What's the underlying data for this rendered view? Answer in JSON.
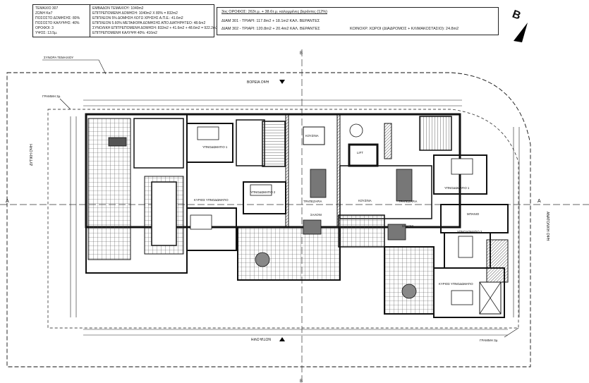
{
  "info_box_left": {
    "col1": [
      "ΤΕΜΑΧΙΟ 307",
      "ΖΩΝΗ Κα7",
      "ΠΟΣΟΣΤΟ ΔΟΜΗΣΗΣ: 80%",
      "ΠΟΣΟΣΤΟ ΚΑΛΥΨΗΣ: 40%",
      "ΟΡΟΦΟΙ: 3",
      "ΥΨΟΣ: 13.5μ."
    ],
    "col2": [
      "ΕΜΒΑΔΟΝ ΤΕΜΑΧΙΟΥ: 1040m2",
      "ΕΠΙΤΡΕΠΟΜΕΝΗ ΔΟΜΗΣΗ: 1040m2 Χ 80% = 832m2",
      "ΕΠΙΠΛΕΟΝ 5% ΔΟΜΗΣΗ ΛΟΓΩ ΧΡΗΣΗΣ Α.Π.Ε.: 41.6m2",
      "ΕΠΙΠΛΕΟΝ 5.60% ΜΕΤΑΦΟΡΑ ΔΟΜΗΣΗΣ ΑΠΟ ΔΙΑΤΗΡΗΤΕΟ: 48.6m2",
      "ΣΥΝΟΛΙΚΗ ΕΠΙΤΡΕΠΟΜΕΝΗ ΔΟΜΗΣΗ: 832m2 + 41.6m2 + 48.6m2 = 922.2m2",
      "ΕΠΙΤΡΕΠΟΜΕΝΗ ΚΑΛΥΨΗ 40%: 416m2"
    ]
  },
  "info_box_right": {
    "title": "3ος ΟΡΟΦΟΣ: 263τ.μ. + 38.6τ.μ. καλυμμένες βεράντες (12%)",
    "line1": "ΔΙΑΜ 301 - ΤΡΙΑΡΙ: 117.8m2 + 18.1m2 ΚΑΛ. ΒΕΡΑΝΤΕΣ",
    "line2": "ΔΙΑΜ 302 - ΤΡΙΑΡΙ: 120.8m2 + 20.4m2 ΚΑΛ. ΒΕΡΑΝΤΕΣ",
    "line3": "ΚΟΙΝΟΧΡ. ΧΩΡΟΙ (ΔΙΑΔΡΟΜΟΣ + ΚΛΙΜΑΚΟΣΤΑΣΙΟ): 24.8m2"
  },
  "north_marker": "B",
  "section_marker": "A",
  "section_marker_b": "B",
  "labels": {
    "boundary": "ΣΥΝΟΡΑ ΤΕΜΑΧΙΟΥ",
    "line_3m_top": "ΓΡΑΜΜΗ 3μ.",
    "line_3m_bottom": "ΓΡΑΜΜΗ 3μ.",
    "north_elev": "ΒΟΡΕΙΑ ΟΨΗ",
    "south_elev": "ΝΟΤΙΑ ΟΨΗ",
    "west_elev": "ΔΥΤΙΚΗ ΟΨΗ",
    "east_elev": "ΑΝΑΤΟΛΙΚΗ ΟΨΗ"
  },
  "rooms": {
    "bed1_a": "ΥΠΝΟΔΩΜΑΤΙΟ 1",
    "bed2_a": "ΥΠΝΟΔΩΜΑΤΙΟ 2",
    "master_a": "ΚΥΡΙΟΣ ΥΠΝΟΔΩΜΑΤΙΟ",
    "dining_a": "ΤΡΑΠΕΖΑΡΙΑ",
    "kitchen_a": "ΚΟΥΖΙΝΑ",
    "living_a": "ΣΑΛΟΝΙ",
    "lift": "LIFT",
    "kitchen_b": "ΚΟΥΖΙΝΑ",
    "dining_b": "ΤΡΑΠΕΖΑΡΙΑ",
    "living_b": "ΣΑΛΟΝΙ",
    "bed1_b": "ΥΠΝΟΔΩΜΑΤΙΟ 1",
    "bath_b": "ΜΠΑΝΙΟ",
    "bed2_b": "ΥΠΝΟΔΩΜΑΤΙΟ 2",
    "master_b": "ΚΥΡΙΟΣ ΥΠΝΟΔΩΜΑΤΙΟ"
  },
  "colors": {
    "line": "#111111",
    "hatch": "#555555",
    "background": "#ffffff"
  }
}
